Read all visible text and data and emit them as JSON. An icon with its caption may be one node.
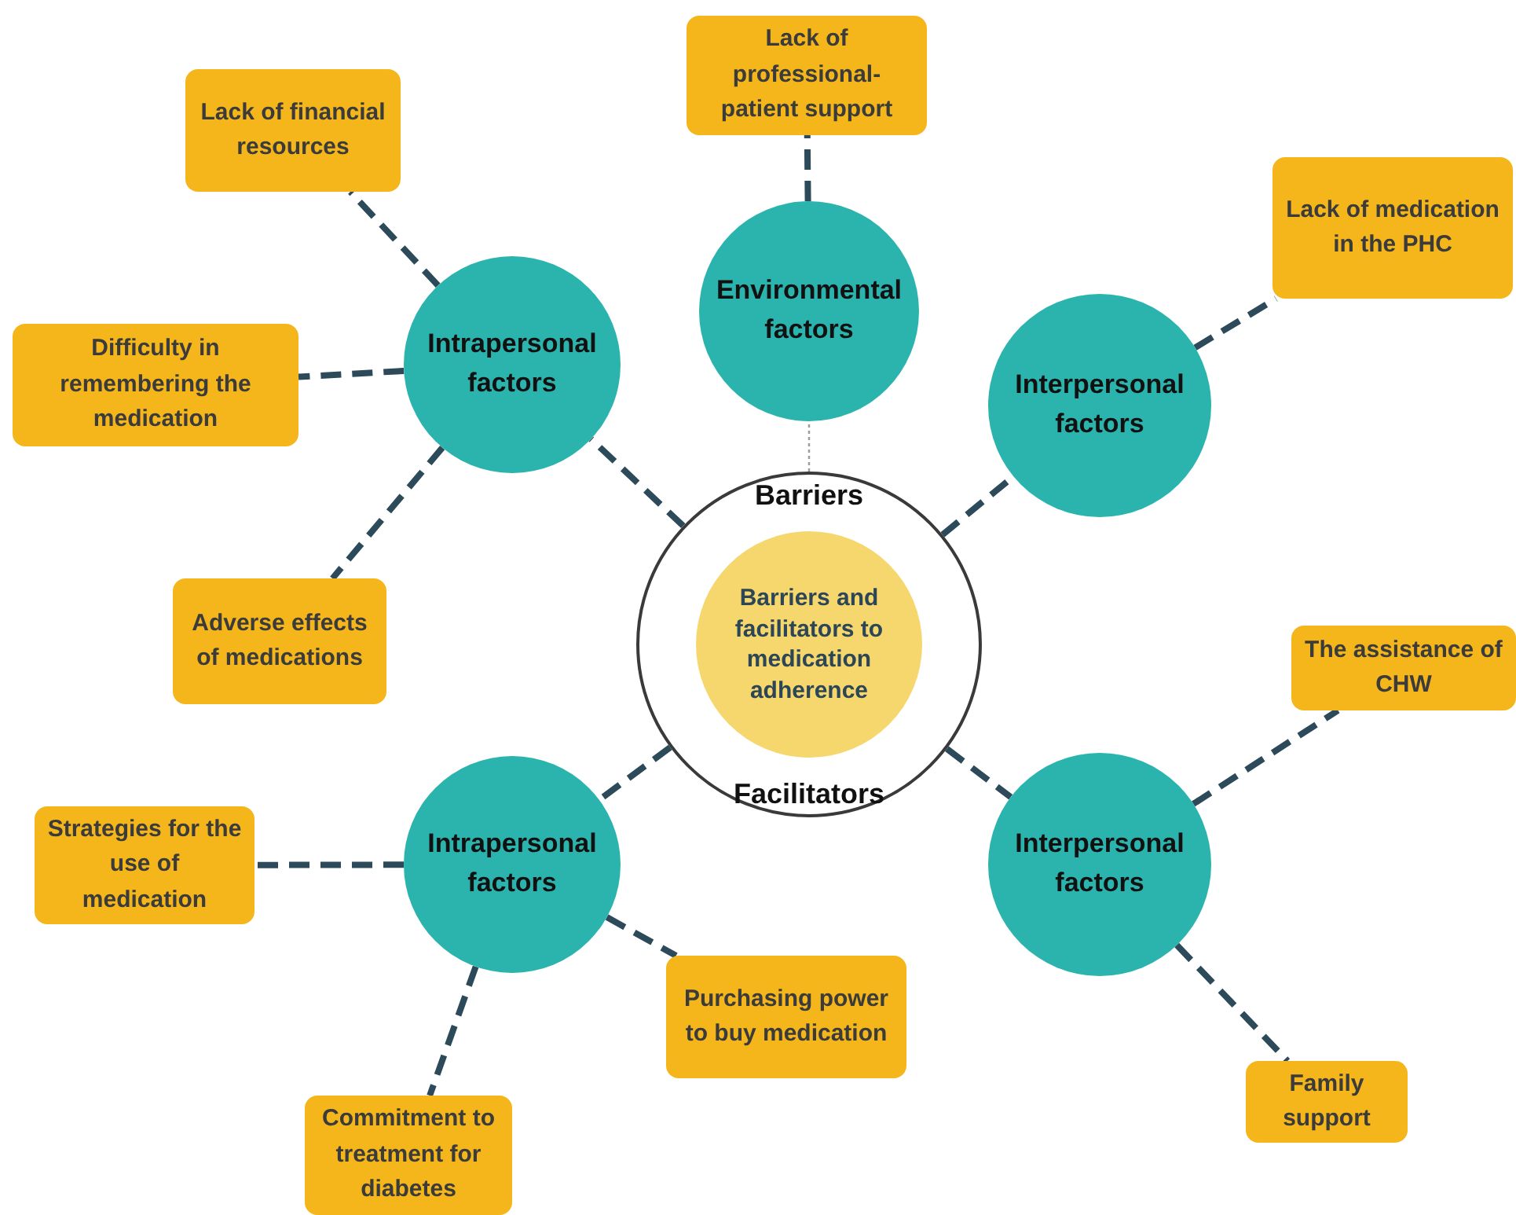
{
  "diagram": {
    "nodes": [
      {
        "text": [
          "Barriers",
          "Facilitators"
        ]
      },
      {
        "text": [
          "Barriers and facilitators to medication adherence"
        ],
        "in": 0
      },
      {
        "text": [
          "Environmental factors"
        ]
      },
      {
        "text": [
          "Intrapersonal factors"
        ]
      },
      {
        "text": [
          "Interpersonal factors"
        ]
      },
      {
        "text": [
          "Intrapersonal factors"
        ]
      },
      {
        "text": [
          "Interpersonal factors"
        ]
      },
      {
        "text": [
          "Lack of professional-patient support"
        ]
      },
      {
        "text": [
          "Lack of financial resources"
        ]
      },
      {
        "text": [
          "Difficulty in remembering the medication"
        ]
      },
      {
        "text": [
          "Adverse effects of medications"
        ]
      },
      {
        "text": [
          "Lack of medication in the PHC"
        ]
      },
      {
        "text": [
          "The assistance of CHW"
        ]
      },
      {
        "text": [
          "Family support"
        ]
      },
      {
        "text": [
          "Strategies for the use of medication"
        ]
      },
      {
        "text": [
          "Purchasing power to buy medication"
        ]
      },
      {
        "text": [
          "Commitment to treatment for diabetes"
        ]
      }
    ],
    "edges": [
      {
        "from": 0,
        "to": 2,
        "arrow": "none",
        "color": "#9a9a9a"
      },
      {
        "from": 0,
        "to": 3,
        "arrow": "none",
        "style": "dashed"
      },
      {
        "from": 0,
        "to": 4,
        "arrow": "none",
        "style": "dashed"
      },
      {
        "from": 0,
        "to": 5,
        "arrow": "none",
        "style": "dashed"
      },
      {
        "from": 0,
        "to": 6,
        "arrow": "none",
        "style": "dashed"
      },
      {
        "from": 2,
        "to": 7,
        "arrow": "none",
        "style": "dashed"
      },
      {
        "from": 3,
        "to": 8,
        "arrow": "none",
        "style": "dashed"
      },
      {
        "from": 3,
        "to": 9,
        "arrow": "none",
        "style": "dashed"
      },
      {
        "from": 3,
        "to": 10,
        "arrow": "none",
        "style": "dashed"
      },
      {
        "from": 4,
        "to": 11,
        "arrow": "none",
        "style": "dashed"
      },
      {
        "from": 6,
        "to": 12,
        "arrow": "none",
        "style": "dashed"
      },
      {
        "from": 6,
        "to": 13,
        "arrow": "none",
        "style": "dashed"
      },
      {
        "from": 5,
        "to": 14,
        "arrow": "none",
        "style": "dashed"
      },
      {
        "from": 5,
        "to": 15,
        "arrow": "none",
        "style": "dashed"
      },
      {
        "from": 5,
        "to": 16,
        "arrow": "none",
        "style": "dashed"
      }
    ]
  }
}
